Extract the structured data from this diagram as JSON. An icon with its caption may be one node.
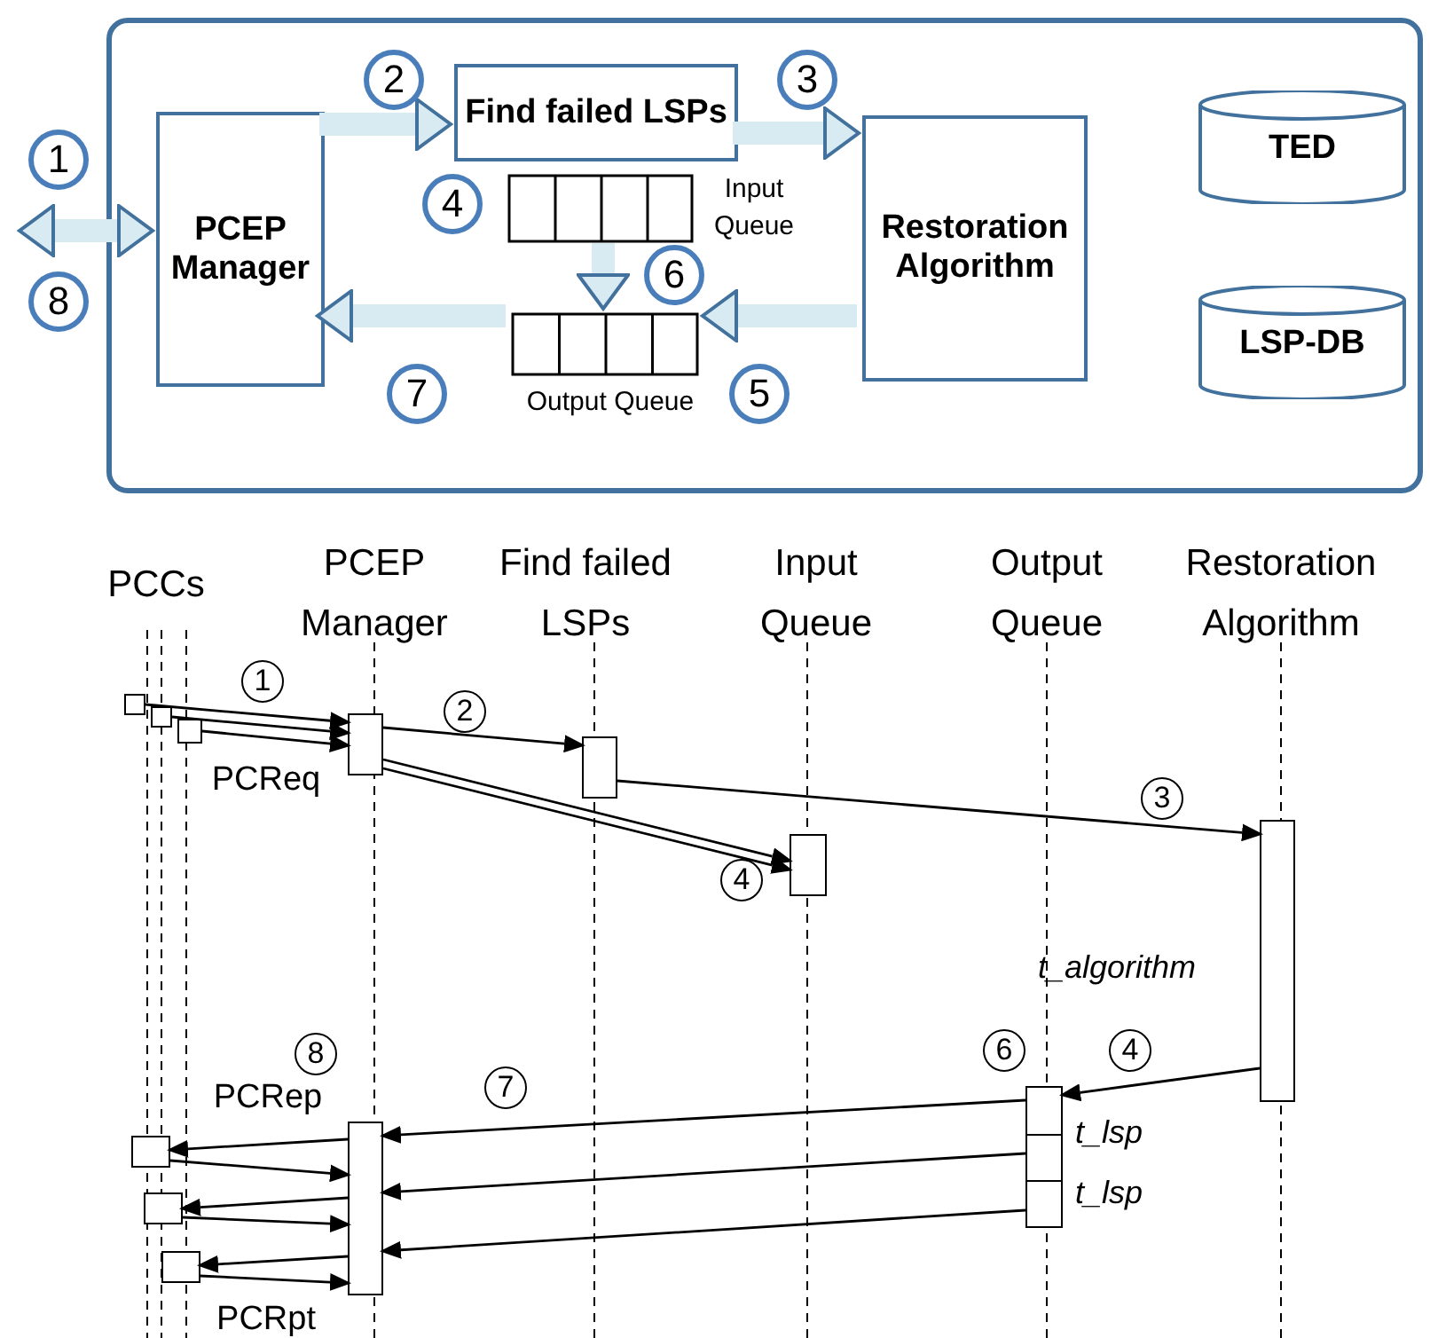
{
  "diagram": {
    "nodes": [
      {
        "text": [],
        "shape": "box"
      },
      {
        "text": [
          "PCEP Manager"
        ],
        "in": 0
      },
      {
        "text": [
          "Find failed LSPs"
        ],
        "in": 0
      },
      {
        "text": [
          "Input Queue"
        ],
        "in": 0
      },
      {
        "text": [
          "Output Queue"
        ],
        "in": 0
      },
      {
        "text": [
          "Restoration Algorithm"
        ],
        "in": 0
      },
      {
        "text": [
          "TED"
        ],
        "in": 0
      },
      {
        "text": [
          "LSP-DB"
        ],
        "in": 0
      },
      {
        "text": [],
        "shape": "box"
      },
      {
        "text": [],
        "shape": "box"
      },
      {
        "text": [],
        "shape": "box"
      },
      {
        "text": [],
        "shape": "bar"
      },
      {
        "text": [],
        "shape": "bar"
      },
      {
        "text": [],
        "shape": "bar"
      },
      {
        "text": [],
        "shape": "bar"
      },
      {
        "text": [],
        "shape": "bar"
      },
      {
        "text": [],
        "shape": "bar"
      },
      {
        "text": [],
        "shape": "box"
      },
      {
        "text": [],
        "shape": "box"
      },
      {
        "text": [],
        "shape": "box"
      }
    ],
    "edges": [
      {
        "from": null,
        "to": 1,
        "arrow": "both",
        "style": "thick",
        "color": "#d9ebf2"
      },
      {
        "from": 1,
        "to": 2,
        "arrow": "to",
        "style": "thick",
        "color": "#d9ebf2"
      },
      {
        "from": 2,
        "to": 5,
        "arrow": "to",
        "style": "thick",
        "color": "#d9ebf2"
      },
      {
        "from": 3,
        "to": 4,
        "arrow": "to",
        "style": "thick",
        "color": "#d9ebf2"
      },
      {
        "from": 5,
        "to": 4,
        "arrow": "to",
        "style": "thick",
        "color": "#d9ebf2"
      },
      {
        "from": 4,
        "to": 1,
        "arrow": "to",
        "style": "thick",
        "color": "#d9ebf2"
      },
      {
        "from": 8,
        "to": 11,
        "arrow": "to"
      },
      {
        "from": 9,
        "to": 11,
        "arrow": "to"
      },
      {
        "from": 10,
        "to": 11,
        "arrow": "to"
      },
      {
        "from": 11,
        "to": 12,
        "arrow": "to"
      },
      {
        "from": 11,
        "to": 13,
        "arrow": "to"
      },
      {
        "from": 11,
        "to": 13,
        "arrow": "to"
      },
      {
        "from": 12,
        "to": 14,
        "arrow": "to"
      },
      {
        "from": 14,
        "to": 15,
        "arrow": "to"
      },
      {
        "from": 15,
        "to": 16,
        "arrow": "to"
      },
      {
        "from": 15,
        "to": 16,
        "arrow": "to"
      },
      {
        "from": 15,
        "to": 16,
        "arrow": "to"
      },
      {
        "from": 16,
        "to": 17,
        "arrow": "to"
      },
      {
        "from": 17,
        "to": 16,
        "arrow": "to"
      },
      {
        "from": 16,
        "to": 18,
        "arrow": "to"
      },
      {
        "from": 18,
        "to": 16,
        "arrow": "to"
      },
      {
        "from": 16,
        "to": 19,
        "arrow": "to"
      },
      {
        "from": 19,
        "to": 16,
        "arrow": "to"
      }
    ],
    "labels": [
      "2",
      "3",
      "1",
      "4",
      "6",
      "8",
      "7",
      "5",
      "PCCs",
      "PCEP Manager",
      "Find failed LSPs",
      "Input Queue",
      "Output Queue",
      "Restoration Algorithm",
      "1",
      "2",
      "PCReq",
      "3",
      "4",
      "t_algorithm",
      "8",
      "6",
      "4",
      "PCRep",
      "7",
      "t_lsp",
      "t_lsp",
      "PCRpt"
    ]
  }
}
